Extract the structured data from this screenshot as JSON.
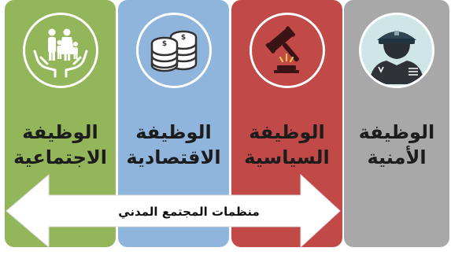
{
  "colors": {
    "social": "#93b65a",
    "economic": "#8fb5dd",
    "political": "#c14a48",
    "security": "#a8a8a8",
    "arrow": "#ffffff"
  },
  "cards": [
    {
      "icon": "family-hands-icon",
      "line1": "الوظيفة",
      "line2": "الاجتماعية"
    },
    {
      "icon": "coins-icon",
      "line1": "الوظيفة",
      "line2": "الاقتصادية"
    },
    {
      "icon": "gavel-icon",
      "line1": "الوظيفة",
      "line2": "السياسية"
    },
    {
      "icon": "police-officer-icon",
      "line1": "الوظيفة",
      "line2": "الأمنية"
    }
  ],
  "arrow": {
    "label": "منظمات المجتمع المدني"
  }
}
